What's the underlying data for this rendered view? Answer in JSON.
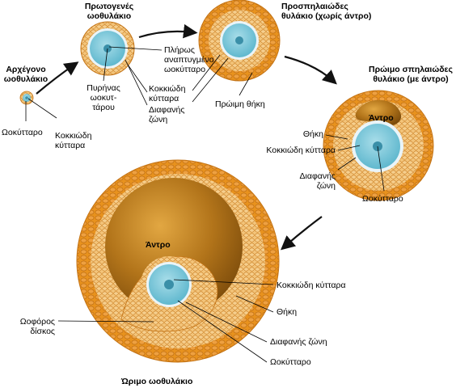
{
  "colors": {
    "theca": "#e8921e",
    "granulosa": "#f0b660",
    "cell_outline": "#b5650c",
    "antrum": "#a0660f",
    "zona": "#eaf4f8",
    "oocyte": "#6fc3d8",
    "nucleus": "#3a8fa8",
    "arrow": "#111111"
  },
  "stages": {
    "primordial": "Αρχέγονο\nωοθυλάκιο",
    "primary": "Πρωτογενές\nωοθυλάκιο",
    "preantral": "Προσπηλαιώδες\nθυλάκιο (χωρίς άντρο)",
    "early_antral": "Πρώιμο σπηλαιώδες\nθυλάκιο (με άντρο)",
    "mature": "Ώριμο ωοθυλάκιο"
  },
  "labels": {
    "oocyte_primordial": "Ωοκύτταρο",
    "granulosa_primordial": "Κοκκιώδη\nκύτταρα",
    "full_oocyte": "Πλήρως\nαναπτυγμένο\nωοκύτταρο",
    "oocyte_nucleus": "Πυρήνας\nωοκυτ-\nτάρου",
    "granulosa_primary": "Κοκκιώδη\nκύτταρα",
    "zona_primary": "Διαφανής\nζώνη",
    "early_theca": "Πρώιμη θήκη",
    "theca_early": "Θήκη",
    "granulosa_early": "Κοκκιώδη κύτταρα",
    "zona_early": "Διαφανής\nζώνη",
    "antrum_early": "Άντρο",
    "oocyte_early": "Ωοκύτταρο",
    "antrum_mature": "Άντρο",
    "granulosa_mature": "Κοκκιώδη κύτταρα",
    "theca_mature": "Θήκη",
    "cumulus": "Ωοφόρος\nδίσκος",
    "zona_mature": "Διαφανής ζώνη",
    "oocyte_mature": "Ωοκύτταρο"
  }
}
